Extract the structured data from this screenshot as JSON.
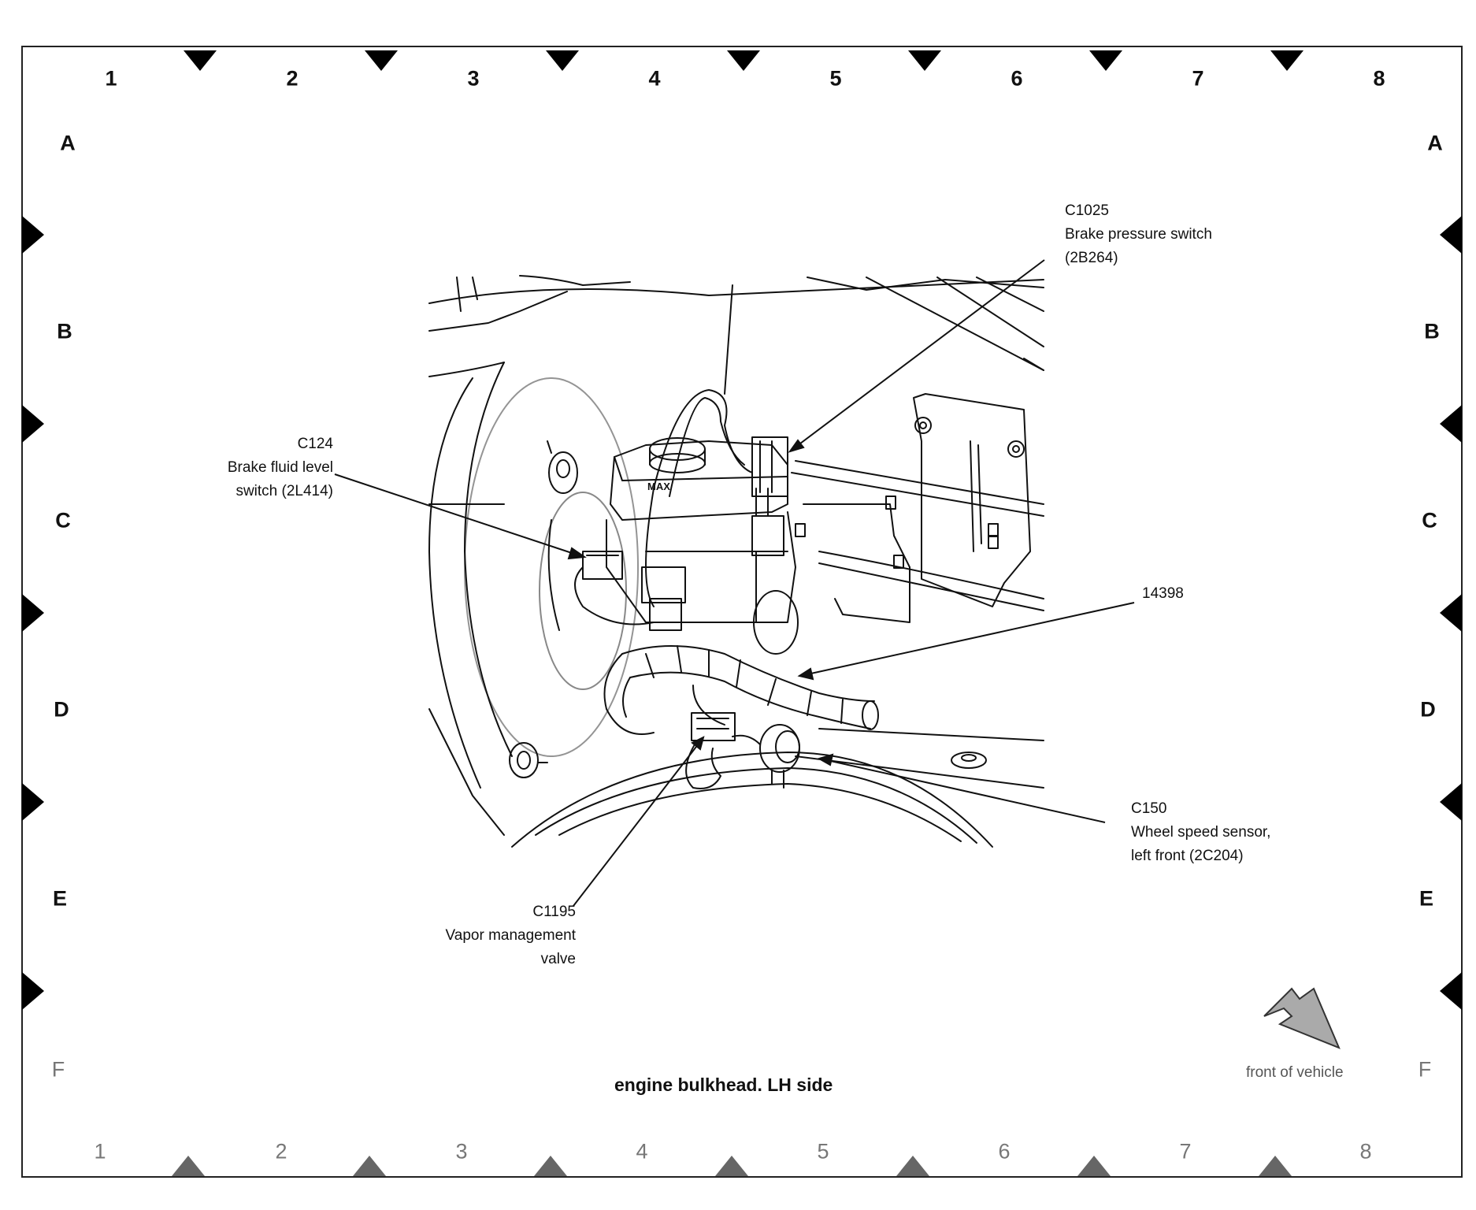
{
  "grid": {
    "columns": [
      "1",
      "2",
      "3",
      "4",
      "5",
      "6",
      "7",
      "8"
    ],
    "rows": [
      "A",
      "B",
      "C",
      "D",
      "E",
      "F"
    ]
  },
  "callouts": {
    "c1025": {
      "id": "C1025",
      "lines": [
        "Brake pressure switch",
        "(2B264)"
      ]
    },
    "c124": {
      "id": "C124",
      "lines": [
        "Brake fluid level",
        "switch (2L414)"
      ]
    },
    "p14398": {
      "id": "14398",
      "lines": []
    },
    "c150": {
      "id": "C150",
      "lines": [
        "Wheel speed sensor,",
        "left front (2C204)"
      ]
    },
    "c1195": {
      "id": "C1195",
      "lines": [
        "Vapor management",
        "valve"
      ]
    }
  },
  "caption": "engine bulkhead. LH side",
  "front_label": "front of vehicle",
  "reservoir_marking": "MAX"
}
